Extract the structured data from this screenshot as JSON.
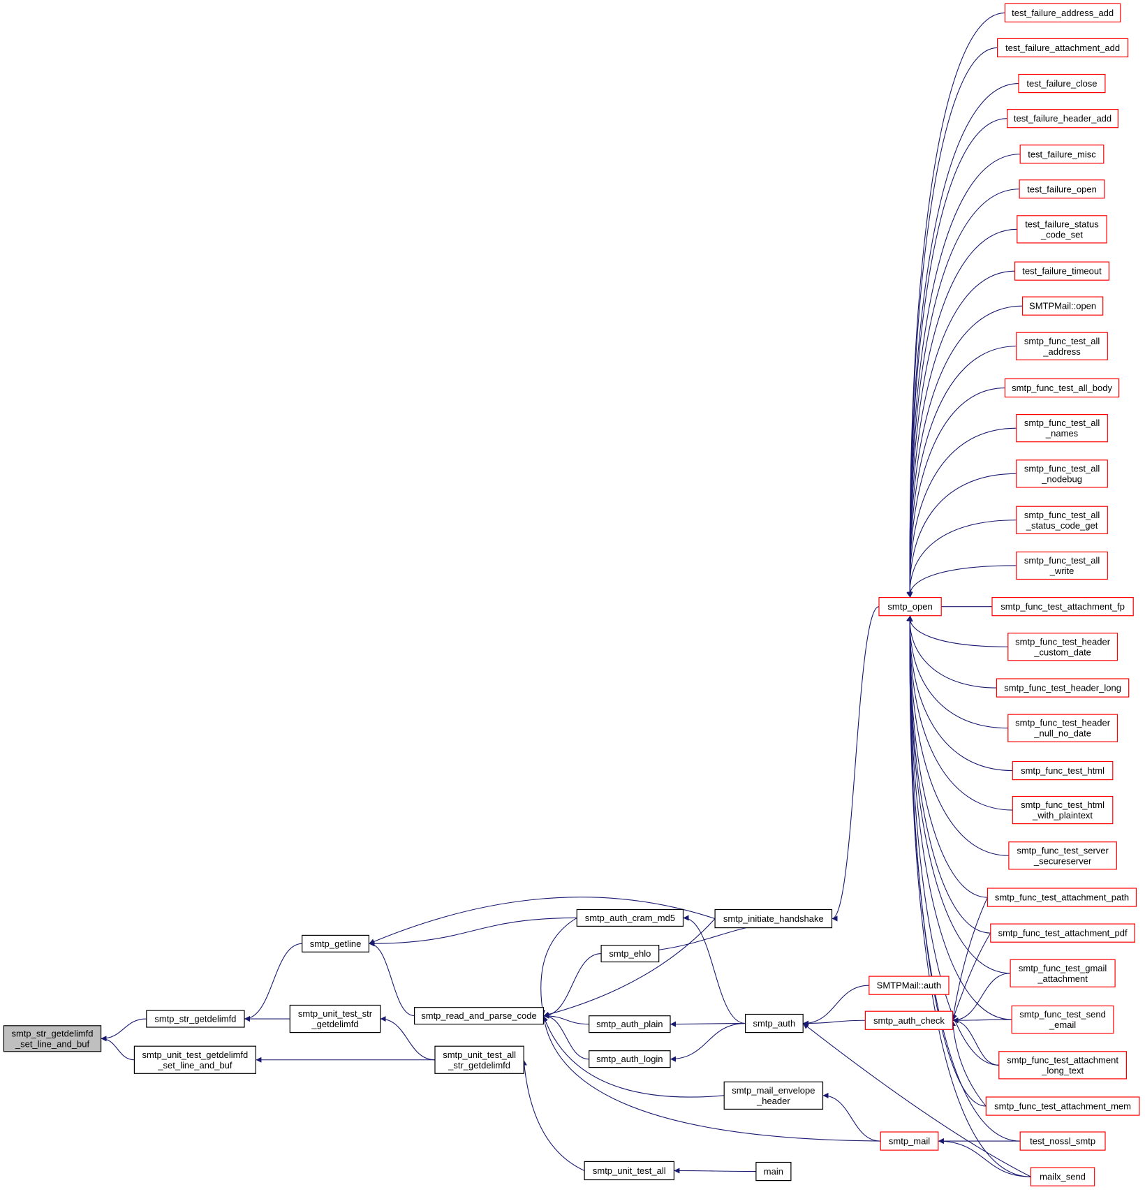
{
  "colors": {
    "edge": "#191970",
    "node_border_normal": "#000000",
    "node_border_truncated": "#ff0000",
    "root_fill": "#bfbfbf"
  },
  "nodes": {
    "root": [
      "smtp_str_getdelimfd",
      "_set_line_and_buf"
    ],
    "str_getdelimfd": [
      "smtp_str_getdelimfd"
    ],
    "unit_getdelimfd_set": [
      "smtp_unit_test_getdelimfd",
      "_set_line_and_buf"
    ],
    "getline": [
      "smtp_getline"
    ],
    "unit_str_getdelimfd": [
      "smtp_unit_test_str",
      "_getdelimfd"
    ],
    "read_and_parse": [
      "smtp_read_and_parse_code"
    ],
    "unit_all_str": [
      "smtp_unit_test_all",
      "_str_getdelimfd"
    ],
    "cram_md5": [
      "smtp_auth_cram_md5"
    ],
    "ehlo": [
      "smtp_ehlo"
    ],
    "auth_plain": [
      "smtp_auth_plain"
    ],
    "auth_login": [
      "smtp_auth_login"
    ],
    "unit_test_all": [
      "smtp_unit_test_all"
    ],
    "initiate_handshake": [
      "smtp_initiate_handshake"
    ],
    "auth": [
      "smtp_auth"
    ],
    "mail_envelope": [
      "smtp_mail_envelope",
      "_header"
    ],
    "main": [
      "main"
    ],
    "smtp_open": [
      "smtp_open"
    ],
    "smtpmail_auth": [
      "SMTPMail::auth"
    ],
    "auth_check": [
      "smtp_auth_check"
    ],
    "smtp_mail": [
      "smtp_mail"
    ],
    "t_addr_add": [
      "test_failure_address_add"
    ],
    "t_attach_add": [
      "test_failure_attachment_add"
    ],
    "t_close": [
      "test_failure_close"
    ],
    "t_header_add": [
      "test_failure_header_add"
    ],
    "t_misc": [
      "test_failure_misc"
    ],
    "t_open": [
      "test_failure_open"
    ],
    "t_status": [
      "test_failure_status",
      "_code_set"
    ],
    "t_timeout": [
      "test_failure_timeout"
    ],
    "smtpmail_open": [
      "SMTPMail::open"
    ],
    "f_address": [
      "smtp_func_test_all",
      "_address"
    ],
    "f_body": [
      "smtp_func_test_all_body"
    ],
    "f_names": [
      "smtp_func_test_all",
      "_names"
    ],
    "f_nodebug": [
      "smtp_func_test_all",
      "_nodebug"
    ],
    "f_status_get": [
      "smtp_func_test_all",
      "_status_code_get"
    ],
    "f_write": [
      "smtp_func_test_all",
      "_write"
    ],
    "f_attach_fp": [
      "smtp_func_test_attachment_fp"
    ],
    "f_hdr_custom": [
      "smtp_func_test_header",
      "_custom_date"
    ],
    "f_hdr_long": [
      "smtp_func_test_header_long"
    ],
    "f_hdr_null": [
      "smtp_func_test_header",
      "_null_no_date"
    ],
    "f_html": [
      "smtp_func_test_html"
    ],
    "f_html_plain": [
      "smtp_func_test_html",
      "_with_plaintext"
    ],
    "f_server": [
      "smtp_func_test_server",
      "_secureserver"
    ],
    "f_attach_path": [
      "smtp_func_test_attachment_path"
    ],
    "f_attach_pdf": [
      "smtp_func_test_attachment_pdf"
    ],
    "f_gmail": [
      "smtp_func_test_gmail",
      "_attachment"
    ],
    "f_send_email": [
      "smtp_func_test_send",
      "_email"
    ],
    "f_attach_long": [
      "smtp_func_test_attachment",
      "_long_text"
    ],
    "f_attach_mem": [
      "smtp_func_test_attachment_mem"
    ],
    "nossl": [
      "test_nossl_smtp"
    ],
    "mailx": [
      "mailx_send"
    ]
  }
}
